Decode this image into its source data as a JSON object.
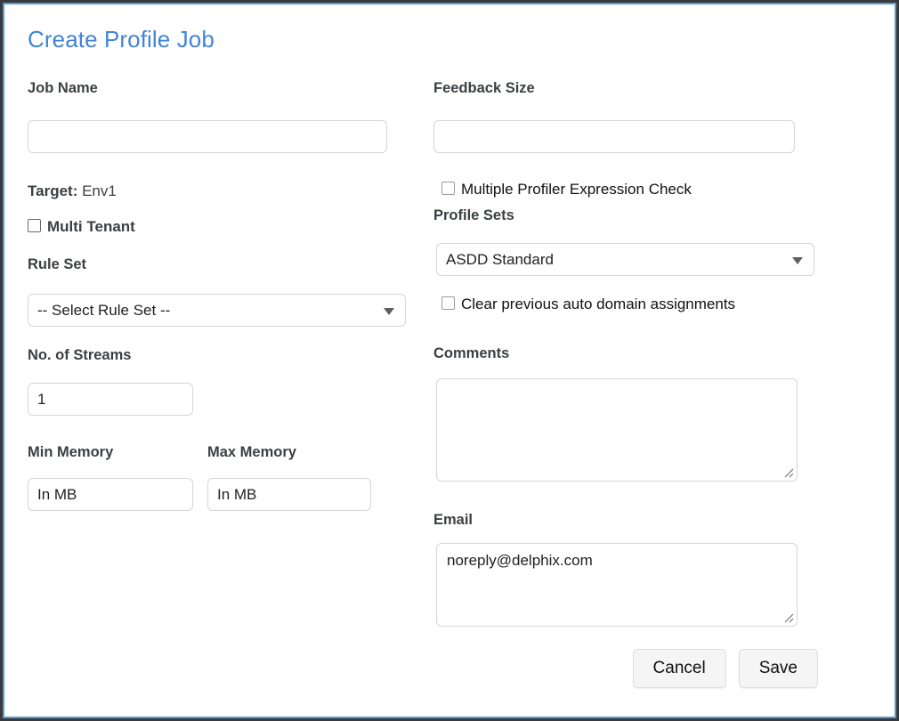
{
  "dialog": {
    "title": "Create Profile Job",
    "accent_color": "#4285d6",
    "border_color": "#5b9bd5"
  },
  "left_column": {
    "job_name": {
      "label": "Job Name",
      "value": "",
      "placeholder": ""
    },
    "target": {
      "label": "Target:",
      "value": "Env1"
    },
    "multi_tenant": {
      "label": "Multi Tenant",
      "checked": false
    },
    "rule_set": {
      "label": "Rule Set",
      "selected": "-- Select Rule Set --"
    },
    "no_of_streams": {
      "label": "No. of Streams",
      "value": "1"
    },
    "min_memory": {
      "label": "Min Memory",
      "value": "In MB"
    },
    "max_memory": {
      "label": "Max Memory",
      "value": "In MB"
    }
  },
  "right_column": {
    "feedback_size": {
      "label": "Feedback Size",
      "value": "",
      "placeholder": ""
    },
    "multiple_profiler_expression_check": {
      "label": "Multiple Profiler Expression Check",
      "checked": false
    },
    "profile_sets": {
      "label": "Profile Sets",
      "selected": "ASDD Standard"
    },
    "clear_previous_auto_domain_assignments": {
      "label": "Clear previous auto domain assignments",
      "checked": false
    },
    "comments": {
      "label": "Comments",
      "value": ""
    },
    "email": {
      "label": "Email",
      "value": "noreply@delphix.com"
    }
  },
  "footer": {
    "cancel_label": "Cancel",
    "save_label": "Save"
  },
  "icons": {
    "dropdown_caret": "chevron-down-icon",
    "resize_grip": "resize-grip-icon"
  }
}
